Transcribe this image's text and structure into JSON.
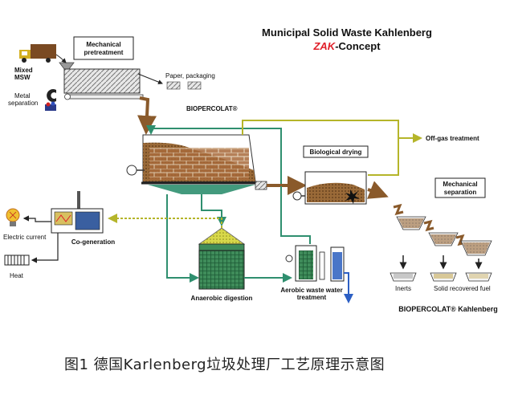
{
  "title": {
    "line1": "Municipal Solid Waste Kahlenberg",
    "line2_accent": "ZAK",
    "line2_rest": "-Concept"
  },
  "labels": {
    "mixed_msw_1": "Mixed",
    "mixed_msw_2": "MSW",
    "metal_separation_1": "Metal",
    "metal_separation_2": "separation",
    "mechanical_pretreatment_1": "Mechanical",
    "mechanical_pretreatment_2": "pretreatment",
    "paper_packaging": "Paper, packaging",
    "biopercolat": "BIOPERCOLAT®",
    "biological_drying": "Biological drying",
    "off_gas_treatment": "Off-gas treatment",
    "mechanical_separation_1": "Mechanical",
    "mechanical_separation_2": "separation",
    "inerts": "Inerts",
    "solid_recovered_fuel": "Solid recovered fuel",
    "biopercolat_kahlenberg": "BIOPERCOLAT® Kahlenberg",
    "electric_current": "Electric current",
    "heat": "Heat",
    "co_generation": "Co-generation",
    "anaerobic_digestion": "Anaerobic digestion",
    "aerobic_wwt_1": "Aerobic waste water",
    "aerobic_wwt_2": "treatment"
  },
  "caption": "图1  德国Karlenberg垃圾处理厂工艺原理示意图",
  "colors": {
    "waste_brown": "#8a5a2b",
    "accent_red": "#e0202a",
    "water_green": "#2f8f6f",
    "gas_yellow": "#c8c83a",
    "digester_green": "#2e7d4f",
    "outlet_blue": "#2c5fc4"
  }
}
